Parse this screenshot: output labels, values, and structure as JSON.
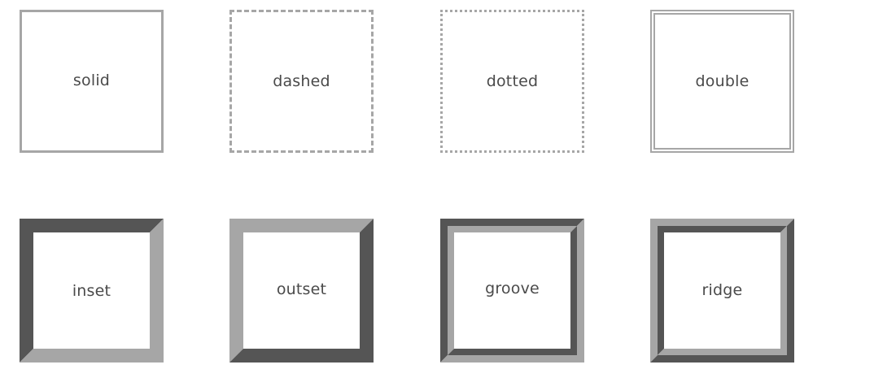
{
  "colors": {
    "light": "#a6a6a6",
    "dark": "#555555",
    "label": "#4a4a4a",
    "background": "#ffffff"
  },
  "boxes": {
    "solid": {
      "label": "solid"
    },
    "dashed": {
      "label": "dashed"
    },
    "dotted": {
      "label": "dotted"
    },
    "double": {
      "label": "double"
    },
    "inset": {
      "label": "inset"
    },
    "outset": {
      "label": "outset"
    },
    "groove": {
      "label": "groove"
    },
    "ridge": {
      "label": "ridge"
    }
  }
}
